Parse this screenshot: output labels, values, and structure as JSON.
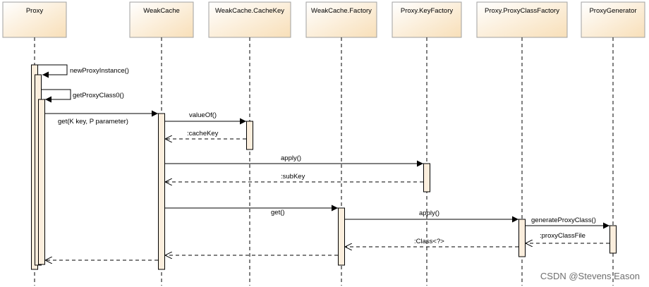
{
  "participants": [
    {
      "label": "Proxy"
    },
    {
      "label": "WeakCache"
    },
    {
      "label": "WeakCache.CacheKey"
    },
    {
      "label": "WeakCache.Factory"
    },
    {
      "label": "Proxy.KeyFactory"
    },
    {
      "label": "Proxy.ProxyClassFactory"
    },
    {
      "label": "ProxyGenerator"
    }
  ],
  "messages": [
    {
      "label": "newProxyInstance()",
      "kind": "self-call"
    },
    {
      "label": "getProxyClass0()",
      "kind": "self-call"
    },
    {
      "label": "get(K key, P parameter)",
      "kind": "call"
    },
    {
      "label": "valueOf()",
      "kind": "call"
    },
    {
      "label": ":cacheKey",
      "kind": "return"
    },
    {
      "label": "apply()",
      "kind": "call"
    },
    {
      "label": ":subKey",
      "kind": "return"
    },
    {
      "label": "get()",
      "kind": "call"
    },
    {
      "label": "apply()",
      "kind": "call"
    },
    {
      "label": "generateProxyClass()",
      "kind": "call"
    },
    {
      "label": ":proxyClassFile",
      "kind": "return"
    },
    {
      "label": ":Class<?>",
      "kind": "return"
    },
    {
      "label": "",
      "kind": "return"
    },
    {
      "label": "",
      "kind": "return"
    }
  ],
  "watermark": "CSDN @Stevens Eason",
  "colors": {
    "header_top": "#ffffff",
    "header_bottom": "#f8dfb8",
    "activation_fill": "#fbeedd",
    "line": "#000000"
  }
}
